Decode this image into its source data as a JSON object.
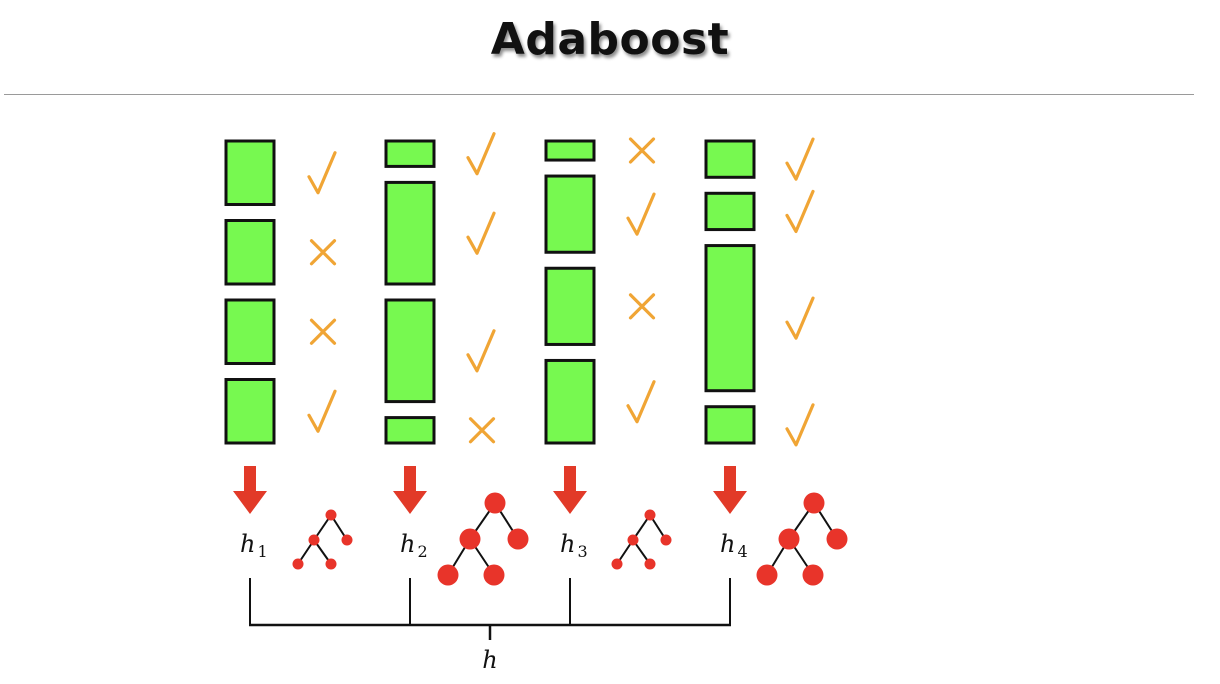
{
  "title": "Adaboost",
  "colors": {
    "sample_fill": "#77f950",
    "mark": "#f0a535",
    "arrow": "#e23a28",
    "tree_node": "#e8342a",
    "line": "#111111"
  },
  "icons": {
    "correct": "checkmark-icon",
    "incorrect": "cross-icon",
    "arrow": "down-arrow-icon",
    "tree": "decision-tree-icon"
  },
  "stages": [
    {
      "label": "h",
      "subscript": "1",
      "sample_weights": [
        1,
        1,
        1,
        1
      ],
      "results": [
        "check",
        "cross",
        "cross",
        "check"
      ],
      "tree_size": "small"
    },
    {
      "label": "h",
      "subscript": "2",
      "sample_weights": [
        0.4,
        1.6,
        1.6,
        0.4
      ],
      "results": [
        "check",
        "check",
        "check",
        "cross"
      ],
      "tree_size": "large"
    },
    {
      "label": "h",
      "subscript": "3",
      "sample_weights": [
        0.3,
        1.2,
        1.2,
        1.3
      ],
      "results": [
        "cross",
        "check",
        "cross",
        "check"
      ],
      "tree_size": "small"
    },
    {
      "label": "h",
      "subscript": "4",
      "sample_weights": [
        0.55,
        0.55,
        2.2,
        0.55
      ],
      "results": [
        "check",
        "check",
        "check",
        "check"
      ],
      "tree_size": "large"
    }
  ],
  "ensemble_label": "h"
}
